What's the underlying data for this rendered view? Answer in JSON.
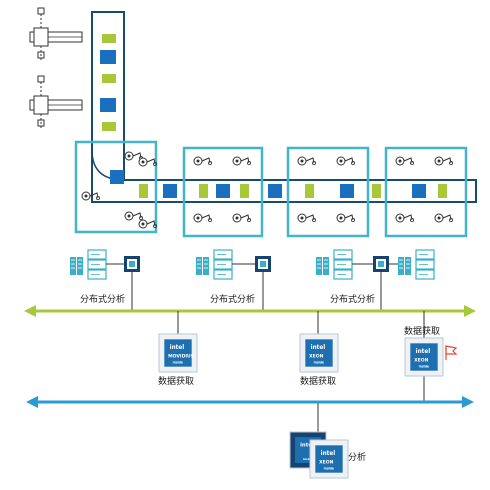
{
  "colors": {
    "conveyor": "#1a4a6e",
    "station_border": "#43b5c9",
    "package_blue": "#1a6fbf",
    "package_green": "#a8c83a",
    "bus_green": "#a8c83a",
    "bus_blue": "#2a9ad6",
    "server_teal": "#3ab0c8",
    "chip_dark": "#17446f",
    "flag_red": "#e04a3a"
  },
  "analysis_labels": [
    "分布式分析",
    "分布式分析",
    "分布式分析"
  ],
  "acquisition_labels": [
    "数据获取",
    "数据获取",
    "数据获取"
  ],
  "analysis_bottom_label": "分析",
  "chips": {
    "brand": "intel",
    "movidius": "MOVIDIUS",
    "xeon": "XEON",
    "inside": "inside"
  }
}
